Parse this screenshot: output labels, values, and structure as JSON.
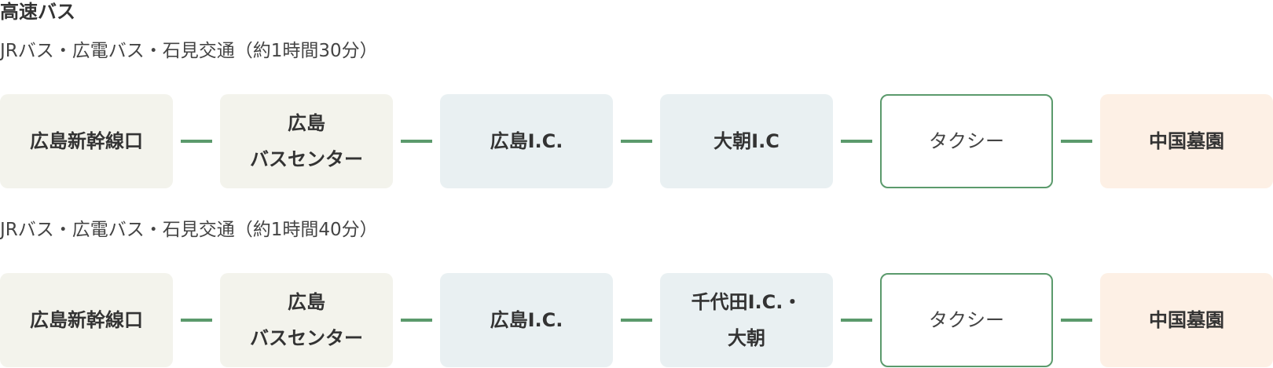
{
  "section": {
    "title": "高速バス"
  },
  "routes": [
    {
      "label": "JRバス・広電バス・石見交通（約1時間30分）",
      "stops": [
        {
          "name": "広島新幹線口",
          "kind": "station"
        },
        {
          "name": "広島\nバスセンター",
          "kind": "station"
        },
        {
          "name": "広島I.C.",
          "kind": "ic"
        },
        {
          "name": "大朝I.C",
          "kind": "ic"
        },
        {
          "name": "タクシー",
          "kind": "taxi"
        },
        {
          "name": "中国墓園",
          "kind": "destination"
        }
      ]
    },
    {
      "label": "JRバス・広電バス・石見交通（約1時間40分）",
      "stops": [
        {
          "name": "広島新幹線口",
          "kind": "station"
        },
        {
          "name": "広島\nバスセンター",
          "kind": "station"
        },
        {
          "name": "広島I.C.",
          "kind": "ic"
        },
        {
          "name": "千代田I.C.・\n大朝",
          "kind": "ic"
        },
        {
          "name": "タクシー",
          "kind": "taxi"
        },
        {
          "name": "中国墓園",
          "kind": "destination"
        }
      ]
    }
  ],
  "colors": {
    "station_bg": "#f3f3ec",
    "ic_bg": "#e9f0f2",
    "taxi_border": "#5b9a6c",
    "destination_bg": "#fdf0e5",
    "connector": "#5b9a6c",
    "text": "#333333"
  }
}
